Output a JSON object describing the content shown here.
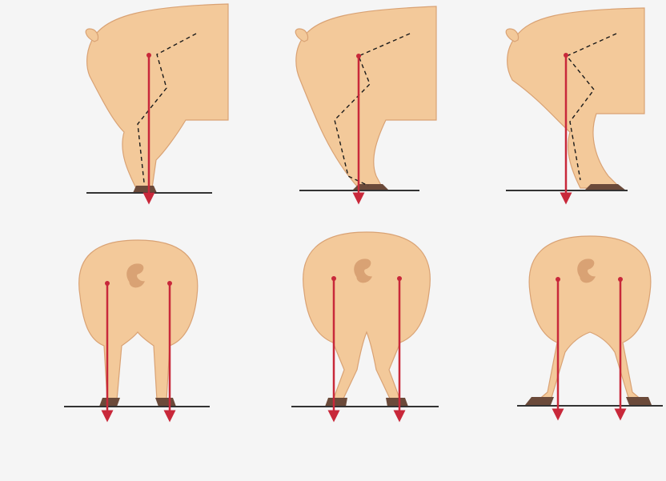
{
  "colors": {
    "background": "#f5f5f5",
    "skin": "#f3c99a",
    "skin_shadow": "#d9a274",
    "hoof": "#6b4a3a",
    "ground_line": "#333333",
    "plumb_line": "#c8283a",
    "pastern_line": "#1a1a1a"
  },
  "side_views": [
    {
      "posture": "correct"
    },
    {
      "posture": "post-legged"
    },
    {
      "posture": "sickle-hocked"
    }
  ],
  "rear_views": [
    {
      "posture": "correct"
    },
    {
      "posture": "cow-hocked"
    },
    {
      "posture": "bow-legged"
    }
  ]
}
